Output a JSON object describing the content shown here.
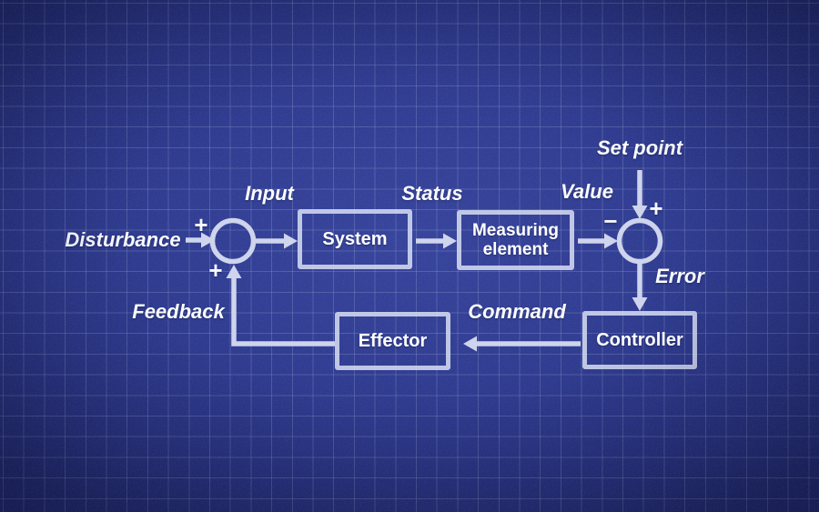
{
  "diagram": {
    "type": "control-loop-block-diagram",
    "style": "blueprint",
    "colors": {
      "background": "#303d92",
      "background_edge": "#20296b",
      "grid_line": "#cdd5f3",
      "stroke": "#cdd4ec",
      "text": "#ffffff"
    },
    "nodes": {
      "system": {
        "label": "System"
      },
      "measuring_element": {
        "label": "Measuring element"
      },
      "controller": {
        "label": "Controller"
      },
      "effector": {
        "label": "Effector"
      }
    },
    "junctions": {
      "input_junction": {
        "sign_disturbance": "+",
        "sign_feedback": "+"
      },
      "comparison_junction": {
        "sign_value": "−",
        "sign_set_point": "+"
      }
    },
    "signals": {
      "disturbance": {
        "text": "Disturbance"
      },
      "input": {
        "text": "Input"
      },
      "status": {
        "text": "Status"
      },
      "value": {
        "text": "Value"
      },
      "set_point": {
        "text": "Set point"
      },
      "error": {
        "text": "Error"
      },
      "command": {
        "text": "Command"
      },
      "feedback": {
        "text": "Feedback"
      }
    }
  }
}
